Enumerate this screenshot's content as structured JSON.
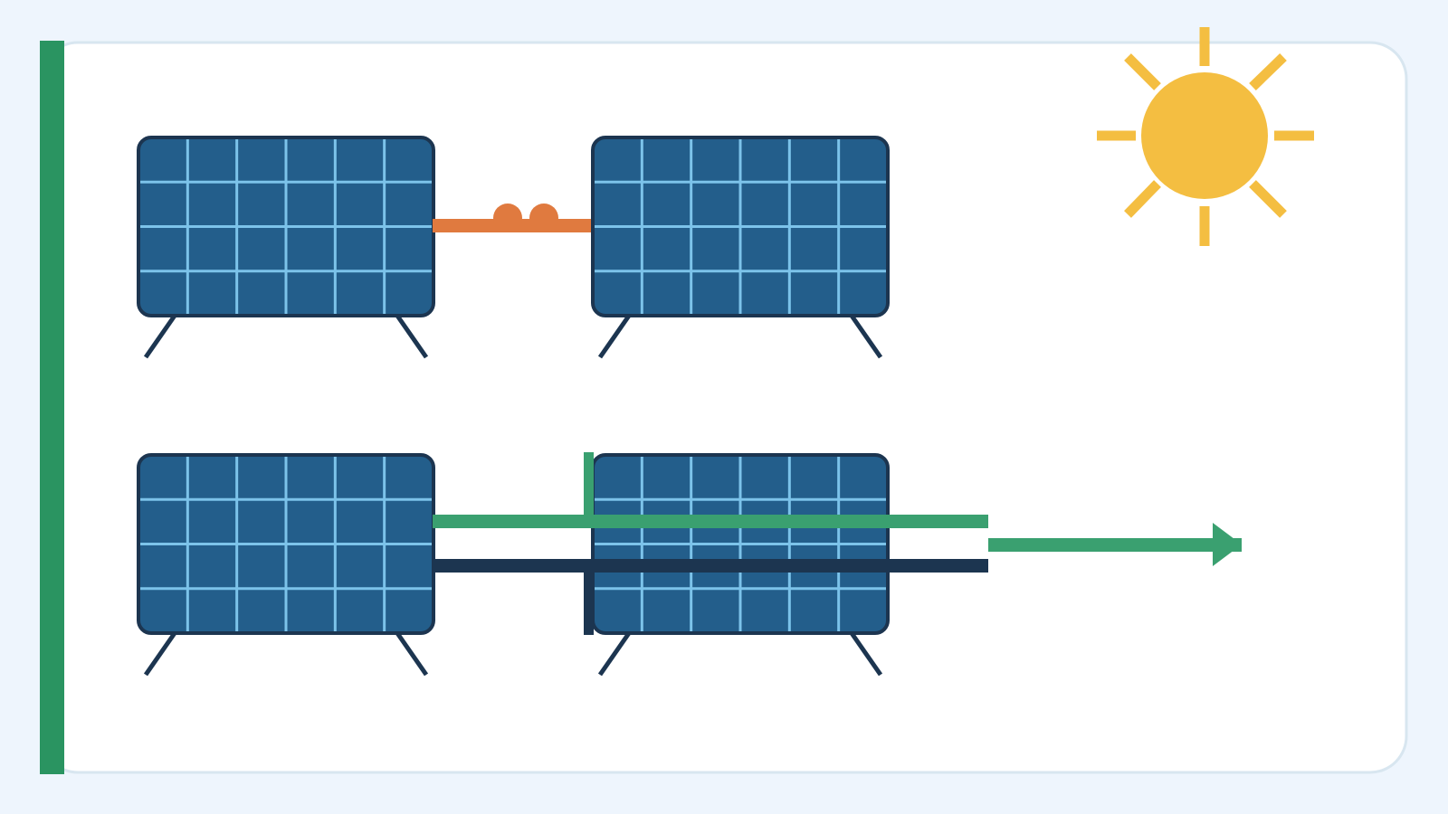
{
  "colors": {
    "background": "#eef5fd",
    "card": "#ffffff",
    "card_border": "#d8e6f0",
    "accent_bar": "#2a9461",
    "panel_fill": "#235e8b",
    "panel_border": "#1c3550",
    "panel_grid": "#7cc3ea",
    "legs": "#1c3550",
    "connector": "#e07a3f",
    "positive_wire": "#3aa070",
    "negative_wire": "#1c3550",
    "output_arrow": "#3aa070",
    "sun": "#f4be41"
  },
  "diagram": {
    "panels": [
      {
        "id": "panel-top-left",
        "row": 1,
        "column": 1,
        "cell_columns": 6,
        "cell_rows": 4
      },
      {
        "id": "panel-top-right",
        "row": 1,
        "column": 2,
        "cell_columns": 6,
        "cell_rows": 4
      },
      {
        "id": "panel-bottom-left",
        "row": 2,
        "column": 1,
        "cell_columns": 6,
        "cell_rows": 4
      },
      {
        "id": "panel-bottom-right",
        "row": 2,
        "column": 2,
        "cell_columns": 6,
        "cell_rows": 4
      }
    ],
    "connections": [
      {
        "type": "connector",
        "from": "panel-top-left",
        "to": "panel-top-right"
      },
      {
        "type": "positive-wire",
        "from": "panel-bottom-left",
        "to": "output"
      },
      {
        "type": "negative-wire",
        "from": "panel-bottom-left",
        "to": "output"
      }
    ],
    "icons": [
      "sun-icon",
      "output-arrow-icon"
    ]
  }
}
